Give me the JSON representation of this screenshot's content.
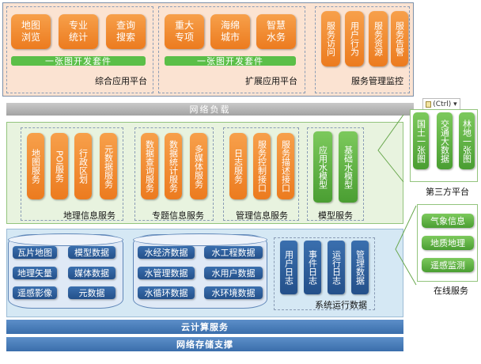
{
  "app_platform": {
    "group1": {
      "buttons": [
        "地图\n浏览",
        "专业\n统计",
        "查询\n搜索"
      ],
      "toolkit": "一张图开发套件",
      "caption": "综合应用平台"
    },
    "group2": {
      "buttons": [
        "重大\n专项",
        "海绵\n城市",
        "智慧\n水务"
      ],
      "toolkit": "一张图开发套件",
      "caption": "扩展应用平台"
    },
    "group3": {
      "buttons": [
        "服务访问",
        "用户行为",
        "服务资源",
        "服务告警"
      ],
      "caption": "服务管理监控"
    }
  },
  "network_balance": "网络负载",
  "geo_services": {
    "group1": {
      "buttons": [
        "地图服务",
        "POI服务",
        "行政区划",
        "元数据服务"
      ],
      "caption": "地理信息服务"
    },
    "group2": {
      "buttons": [
        "数据查询服务",
        "数据统计服务",
        "多媒体服务"
      ],
      "caption": "专题信息服务"
    },
    "group3": {
      "buttons": [
        "日志服务",
        "服务控制接口",
        "服务描述接口"
      ],
      "caption": "管理信息服务"
    },
    "group4": {
      "buttons": [
        "应用水模型",
        "基础水模型"
      ],
      "caption": "模型服务"
    }
  },
  "data_layer": {
    "db1": [
      "瓦片地图",
      "模型数据",
      "地理矢量",
      "媒体数据",
      "遥感影像",
      "元数据"
    ],
    "db2": [
      "水经济数据",
      "水工程数据",
      "水管理数据",
      "水用户数据",
      "水循环数据",
      "水环境数据"
    ],
    "ops": {
      "buttons": [
        "用户日志",
        "事件日志",
        "运行日志",
        "管理数据"
      ],
      "caption": "系统运行数据"
    }
  },
  "cloud_service": "云计算服务",
  "network_storage": "网络存储支撑",
  "third_party": {
    "ctrl_label": "(Ctrl) ▾",
    "buttons": [
      "国土一张图",
      "交通大数据",
      "林地一张图"
    ],
    "caption": "第三方平台"
  },
  "online_services": {
    "buttons": [
      "气象信息",
      "地质地理",
      "遥感监测"
    ],
    "caption": "在线服务"
  }
}
